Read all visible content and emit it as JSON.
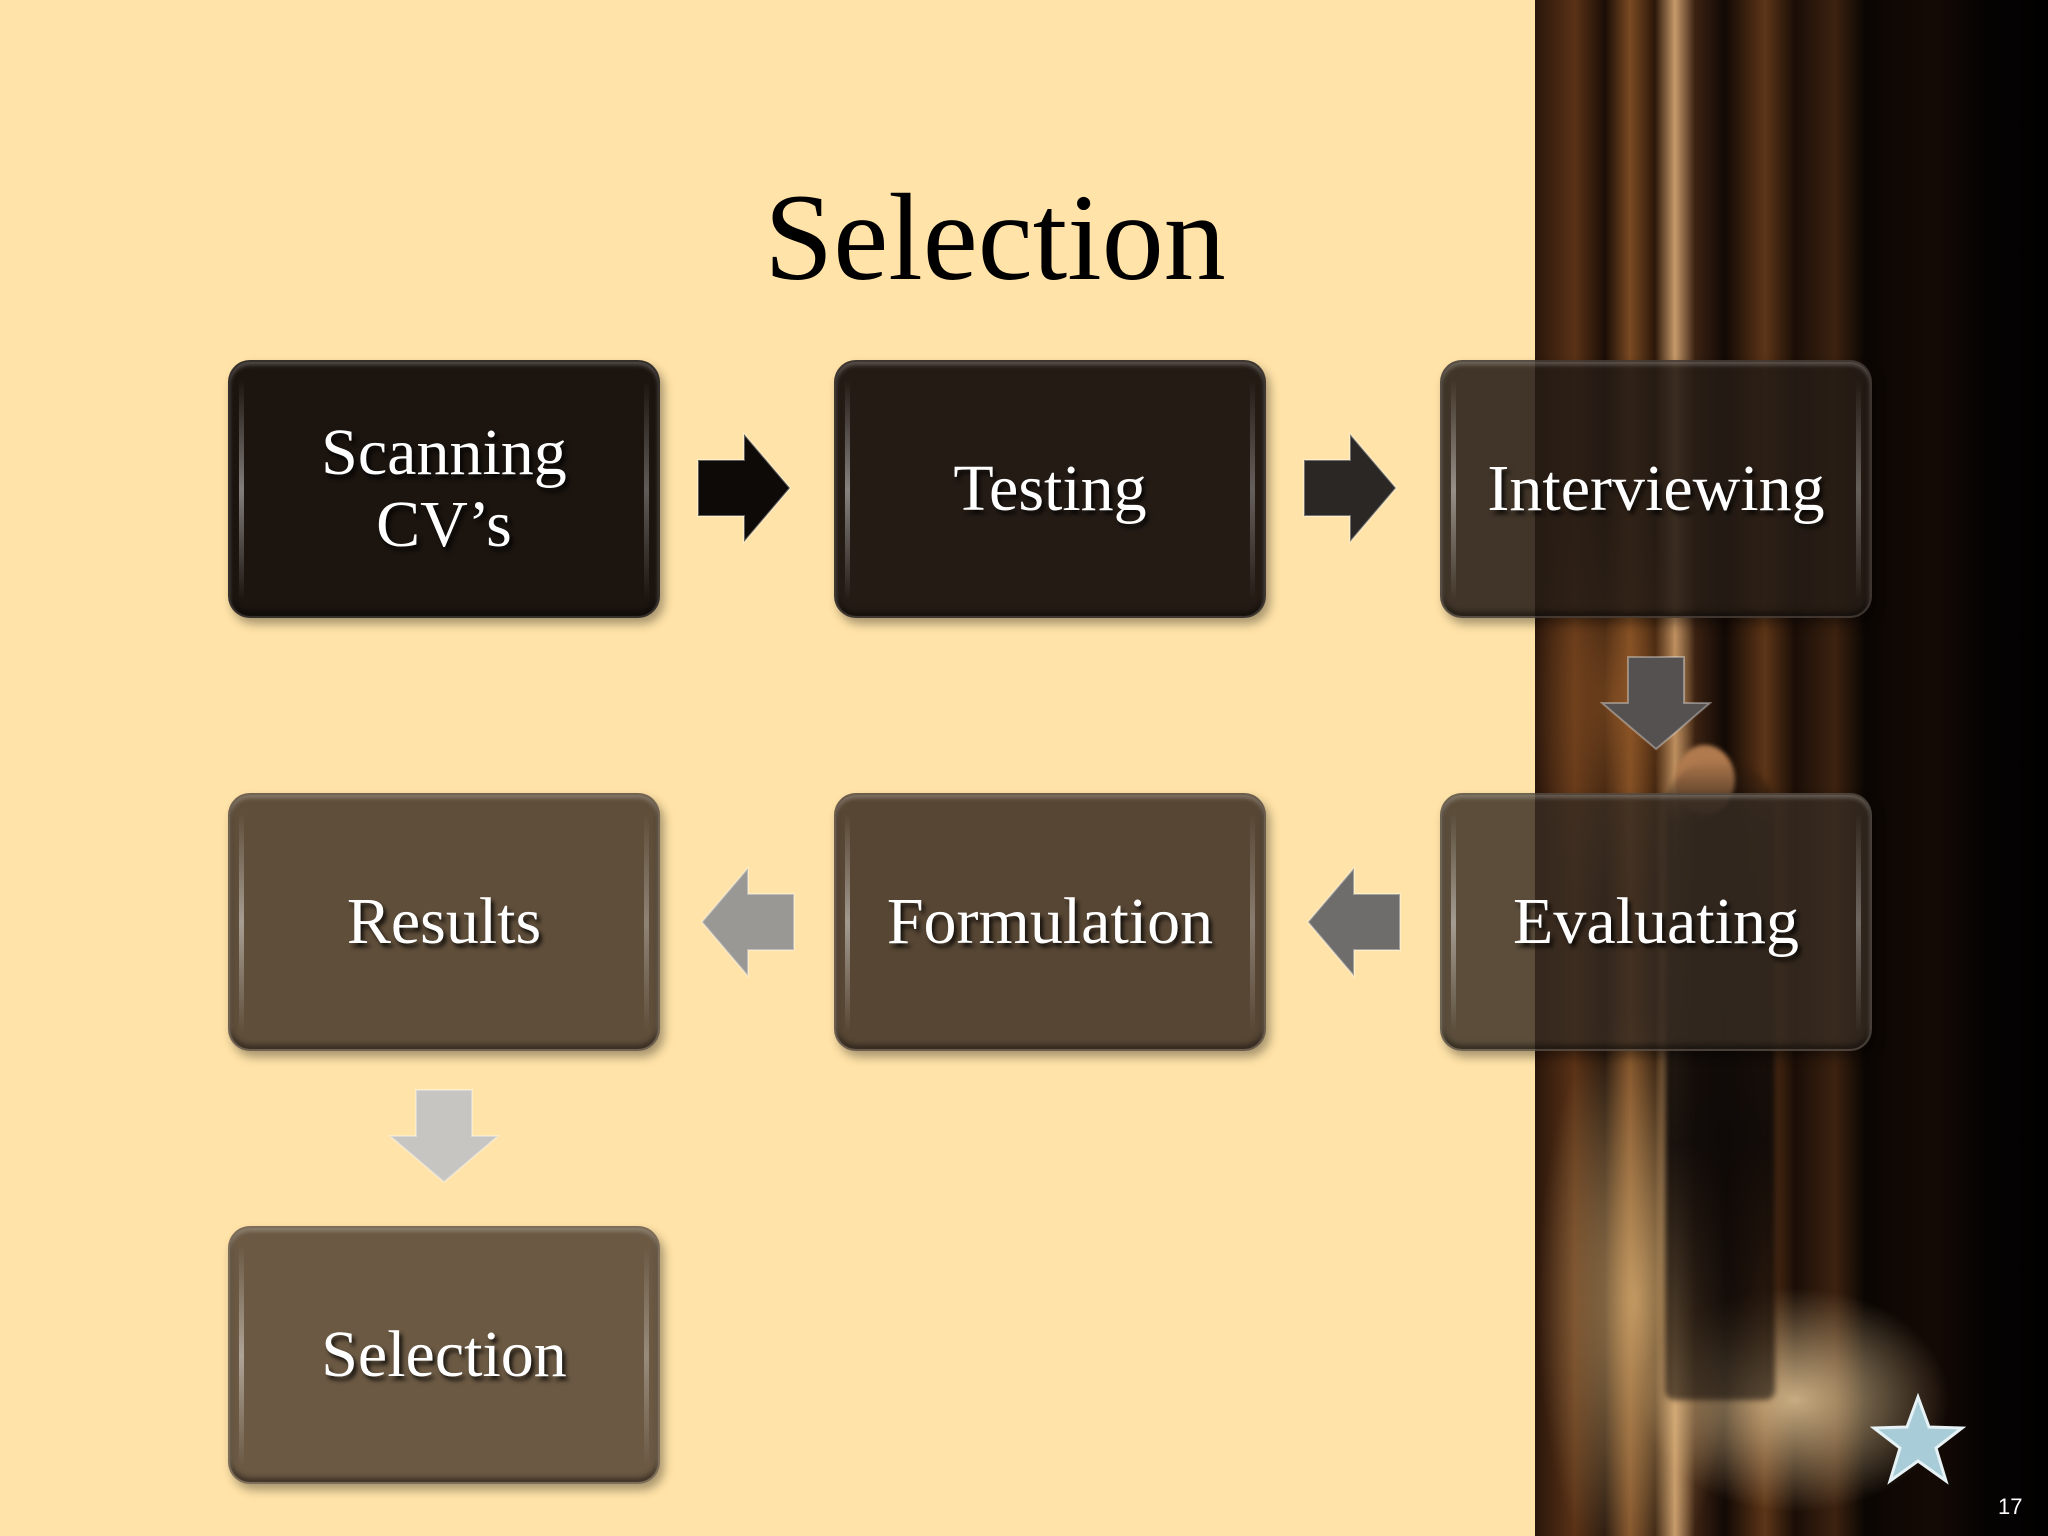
{
  "slide": {
    "title": "Selection",
    "page_number": "17"
  },
  "steps": [
    {
      "id": "scanning",
      "label": "Scanning CV’s"
    },
    {
      "id": "testing",
      "label": "Testing"
    },
    {
      "id": "interviewing",
      "label": "Interviewing"
    },
    {
      "id": "evaluating",
      "label": "Evaluating"
    },
    {
      "id": "formulation",
      "label": "Formulation"
    },
    {
      "id": "results",
      "label": "Results"
    },
    {
      "id": "selection",
      "label": "Selection"
    }
  ],
  "arrows": [
    {
      "from": "scanning",
      "to": "testing",
      "direction": "right",
      "color": "#0d0a08"
    },
    {
      "from": "testing",
      "to": "interviewing",
      "direction": "right",
      "color": "#2a2725"
    },
    {
      "from": "interviewing",
      "to": "evaluating",
      "direction": "down",
      "color": "#555150"
    },
    {
      "from": "evaluating",
      "to": "formulation",
      "direction": "left",
      "color": "#6e6d6c"
    },
    {
      "from": "formulation",
      "to": "results",
      "direction": "left",
      "color": "#9a9895"
    },
    {
      "from": "results",
      "to": "selection",
      "direction": "down",
      "color": "#c7c5c2"
    }
  ],
  "colors": {
    "background": "#FFE3A8",
    "text": "#FFFFFF",
    "title": "#000000"
  },
  "icons": {
    "corner": "star-icon"
  }
}
